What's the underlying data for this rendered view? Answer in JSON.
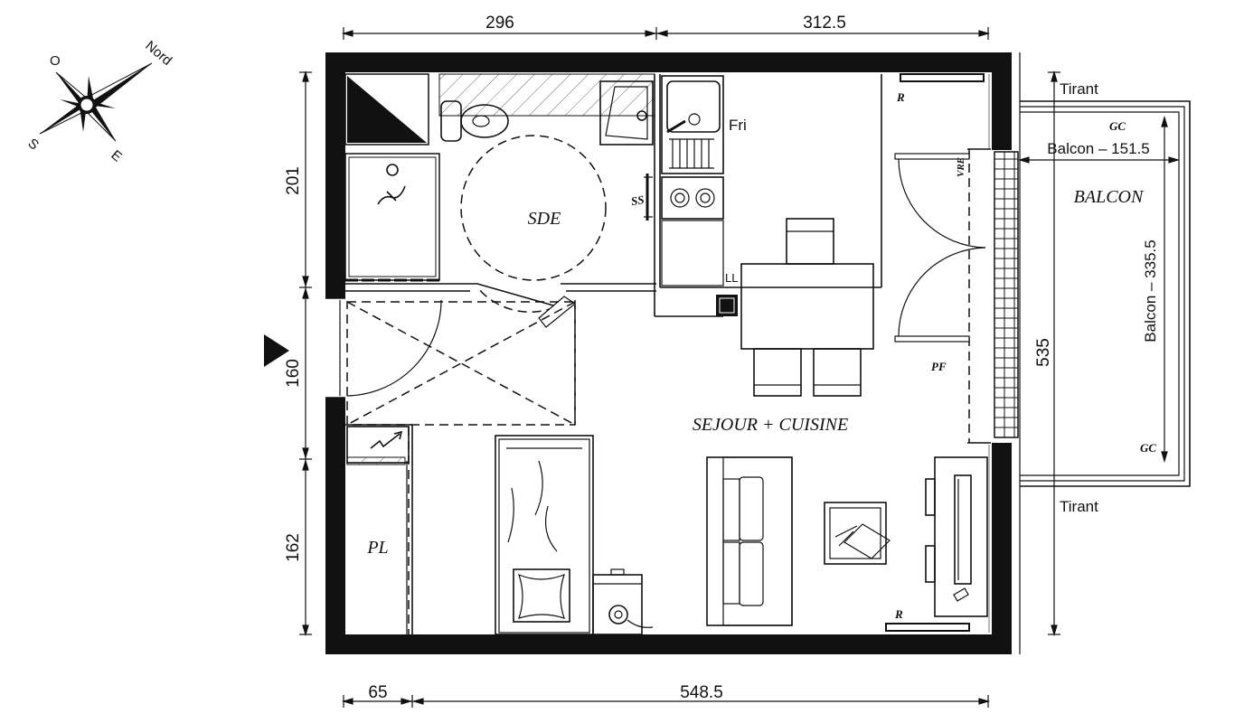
{
  "dimensions": {
    "top_left": "296",
    "top_right": "312.5",
    "bottom_left": "65",
    "bottom_right": "548.5",
    "left_top": "201",
    "left_mid": "160",
    "left_bottom": "162",
    "right_total": "535"
  },
  "rooms": {
    "sde": "SDE",
    "sejour": "SEJOUR + CUISINE",
    "pl": "PL",
    "balcon": "BALCON"
  },
  "labels": {
    "fri": "Fri",
    "ss": "SS",
    "ll": "LL",
    "r_top": "R",
    "r_bottom": "R",
    "vre": "VRE",
    "pf": "PF",
    "gc_top": "GC",
    "gc_bottom": "GC",
    "tirant_top": "Tirant",
    "tirant_bottom": "Tirant",
    "balcon_width": "Balcon – 151.5",
    "balcon_length": "Balcon – 335.5"
  },
  "compass": {
    "north": "Nord",
    "west": "O",
    "south": "S",
    "east": "E"
  }
}
